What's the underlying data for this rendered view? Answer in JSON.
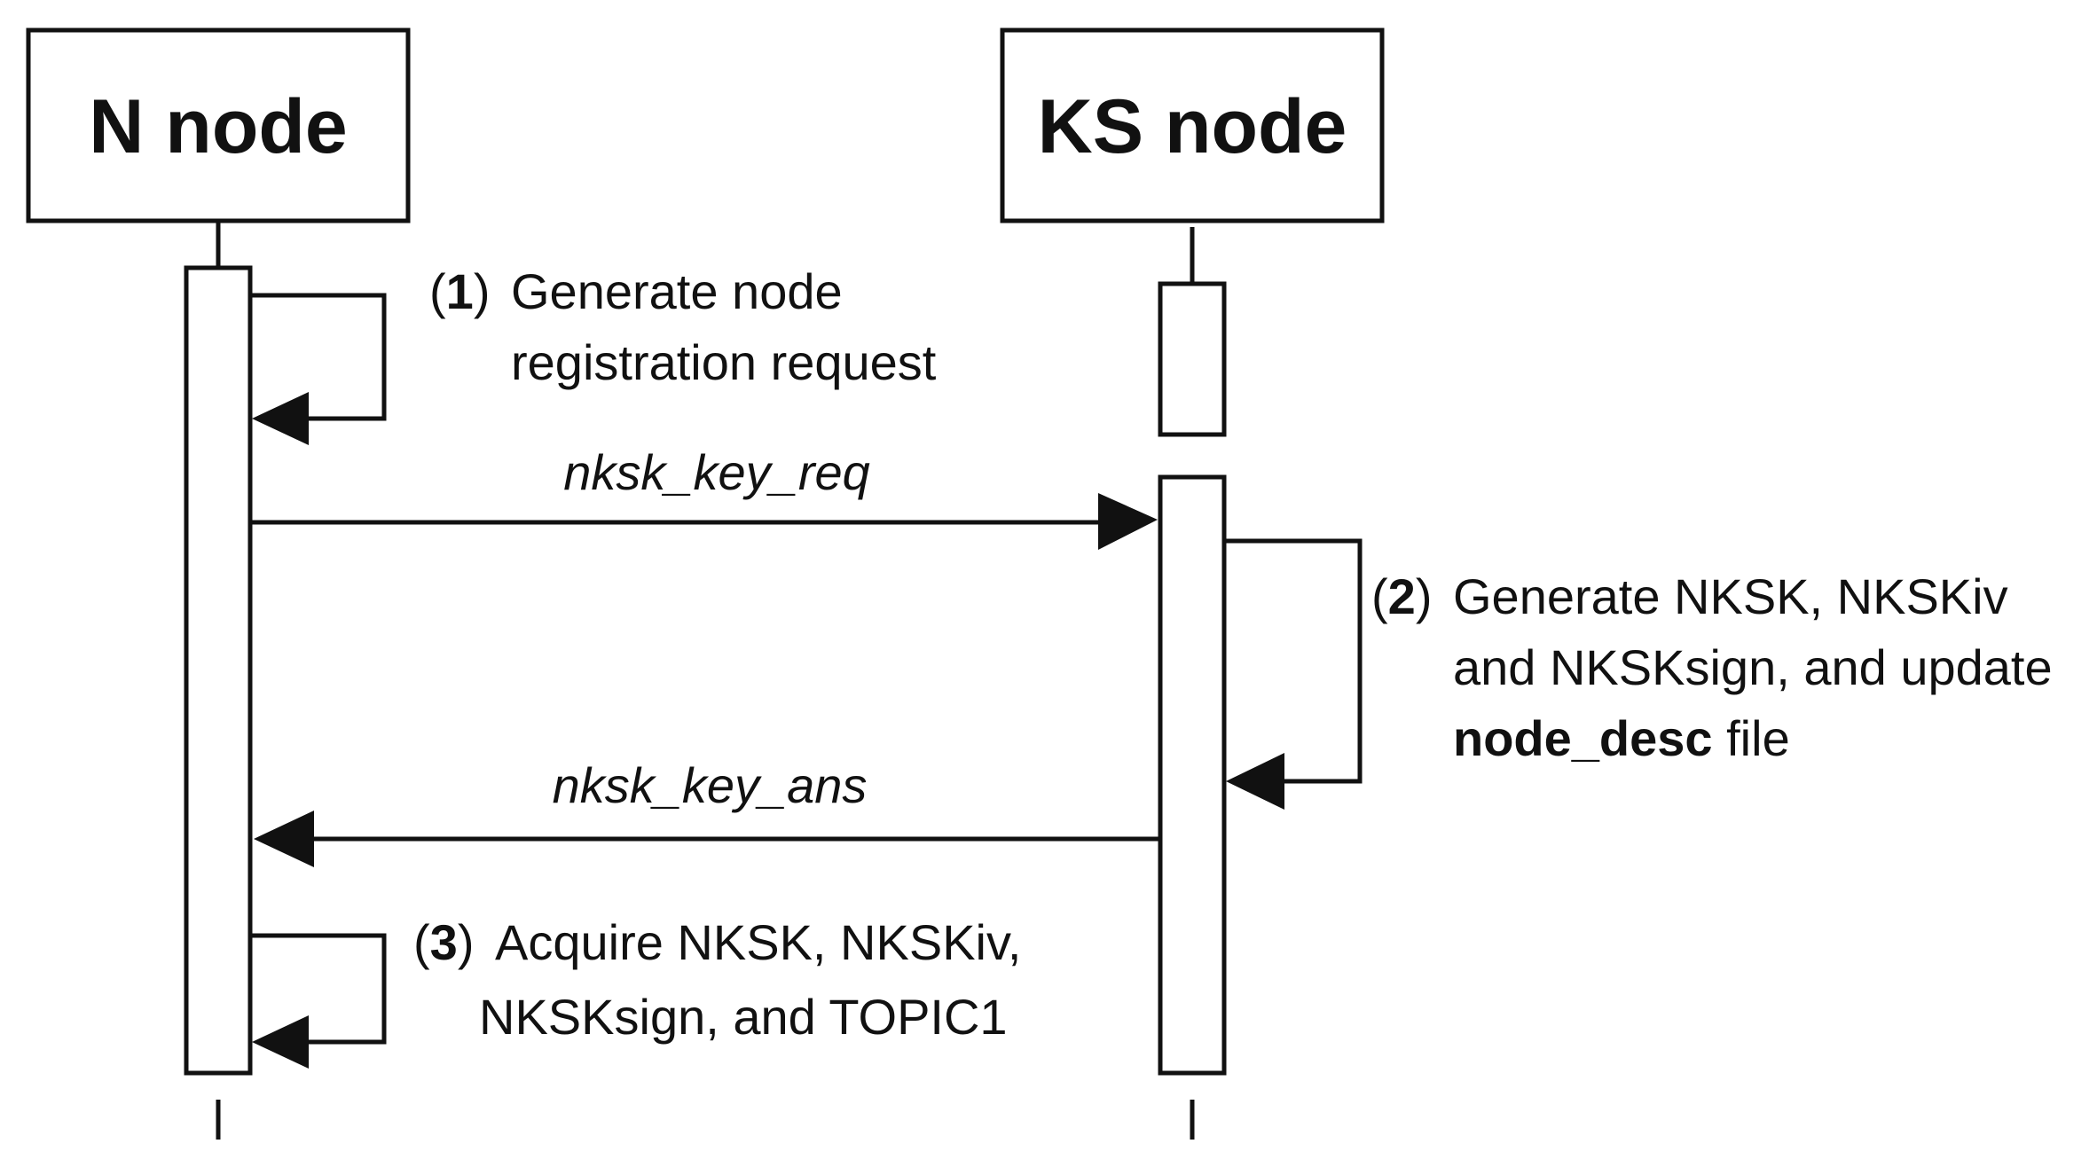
{
  "participants": {
    "n_node": "N node",
    "ks_node": "KS node"
  },
  "steps": {
    "step1": {
      "num": "1",
      "line1": "Generate node",
      "line2": "registration request"
    },
    "step2": {
      "num": "2",
      "line1": "Generate NKSK, NKSKiv",
      "line2": "and NKSKsign, and update",
      "line3_bold": "node_desc",
      "line3_rest": " file"
    },
    "step3": {
      "num": "3",
      "line1": "Acquire NKSK, NKSKiv,",
      "line2": "NKSKsign, and TOPIC1"
    }
  },
  "messages": {
    "request": "nksk_key_req",
    "answer": "nksk_key_ans"
  },
  "colors": {
    "stroke": "#111111",
    "background": "#ffffff"
  }
}
